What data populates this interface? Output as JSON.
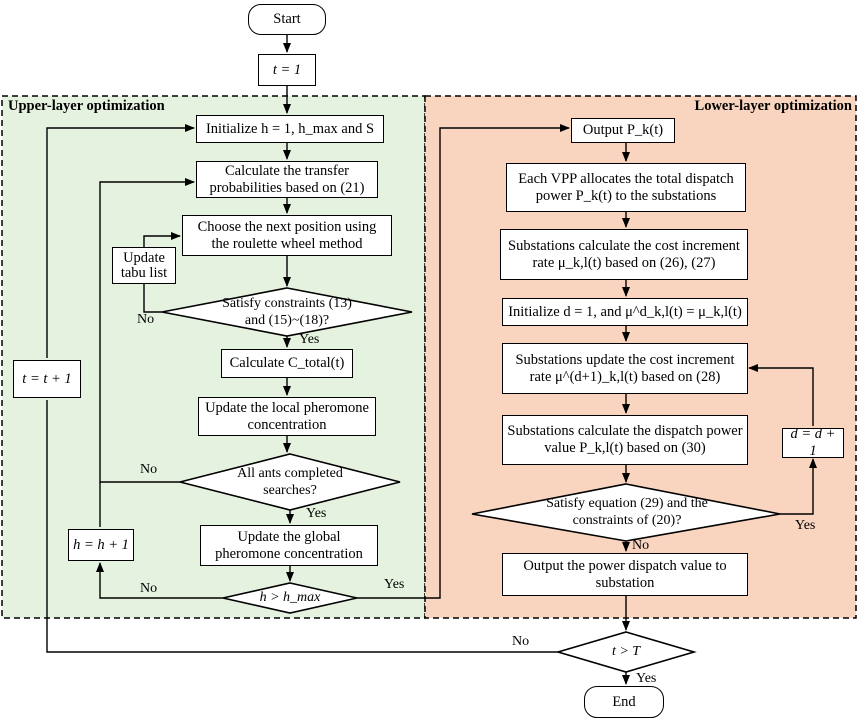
{
  "regions": {
    "upper": "Upper-layer optimization",
    "lower": "Lower-layer optimization"
  },
  "nodes": {
    "start": "Start",
    "t1": "t = 1",
    "init_h": "Initialize h = 1, h_max and S",
    "transfer": "Calculate the transfer probabilities based on (21)",
    "choose": "Choose the next position using the roulette wheel method",
    "tabu": "Update tabu list",
    "satisfy1": "Satisfy constraints (13) and (15)~(18)?",
    "calc_c": "Calculate C_total(t)",
    "local_ph": "Update the local pheromone concentration",
    "ants": "All ants completed searches?",
    "global_ph": "Update the global pheromone concentration",
    "h_gt": "h > h_max",
    "h_inc": "h = h + 1",
    "t_inc": "t = t + 1",
    "output_pk": "Output P_k(t)",
    "vpp": "Each VPP allocates the total dispatch power P_k(t) to the substations",
    "subst_cost": "Substations calculate the cost increment rate μ_k,l(t) based on (26), (27)",
    "init_d": "Initialize d = 1, and μ^d_k,l(t) = μ_k,l(t)",
    "update_rate": "Substations update the cost increment rate μ^(d+1)_k,l(t) based on (28)",
    "dispatch_val": "Substations calculate the dispatch power value P_k,l(t) based on (30)",
    "d_inc": "d = d + 1",
    "satisfy2": "Satisfy equation (29) and the constraints of (20)?",
    "output_power": "Output the power dispatch value to substation",
    "t_gt": "t > T",
    "end": "End"
  },
  "edge_labels": {
    "yes": "Yes",
    "no": "No"
  },
  "colors": {
    "upper_bg": "#e6f2e0",
    "lower_bg": "#f9d5bf",
    "line": "#000000"
  }
}
